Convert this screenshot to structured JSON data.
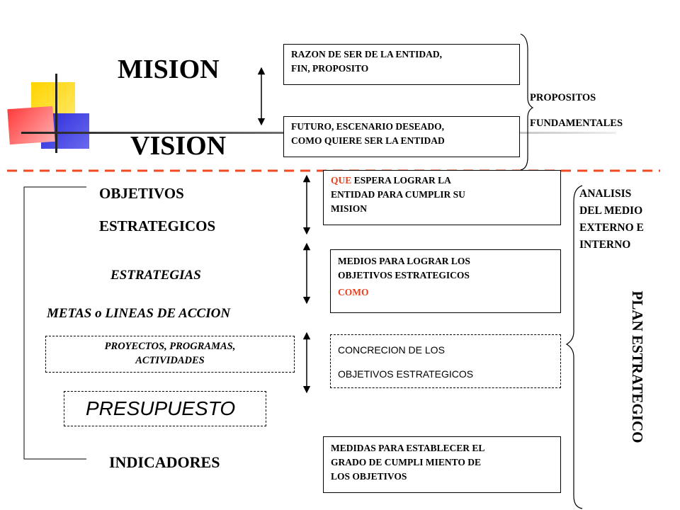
{
  "top": {
    "mision": "MISION",
    "vision": "VISION",
    "box_razon": [
      "RAZON DE SER DE LA ENTIDAD,",
      "FIN, PROPOSITO"
    ],
    "box_futuro": [
      "FUTURO, ESCENARIO DESEADO,",
      "COMO QUIERE SER LA ENTIDAD"
    ],
    "propositos": [
      "PROPOSITOS",
      "FUNDAMENTALES"
    ]
  },
  "left": {
    "objetivos": [
      "OBJETIVOS",
      "ESTRATEGICOS"
    ],
    "estrategias": "ESTRATEGIAS",
    "metas": "METAS o LINEAS DE ACCION",
    "proyectos": [
      "PROYECTOS, PROGRAMAS,",
      "ACTIVIDADES"
    ],
    "presupuesto": "PRESUPUESTO",
    "indicadores": "INDICADORES"
  },
  "right": {
    "box_que": {
      "que": "QUE",
      "rest1": " ESPERA LOGRAR LA",
      "line2": "ENTIDAD PARA CUMPLIR SU",
      "line3": "MISION"
    },
    "box_medios": [
      "MEDIOS PARA LOGRAR LOS",
      "OBJETIVOS ESTRATEGICOS",
      "COMO"
    ],
    "box_concrecion": [
      "CONCRECION   DE LOS",
      "OBJETIVOS ESTRATEGICOS"
    ],
    "box_medidas": [
      "MEDIDAS PARA ESTABLECER EL",
      "GRADO DE CUMPLI MIENTO DE",
      "LOS OBJETIVOS"
    ],
    "analisis": [
      "ANALISIS",
      "DEL MEDIO",
      "EXTERNO E",
      "INTERNO"
    ],
    "plan": "PLAN ESTRATEGICO"
  },
  "colors": {
    "accent_red": "#e8401c",
    "dash_red": "#f04a22",
    "logo_yellow": "#ffd400",
    "logo_blue": "#2a2ad8",
    "logo_red": "#ff3b3b"
  }
}
